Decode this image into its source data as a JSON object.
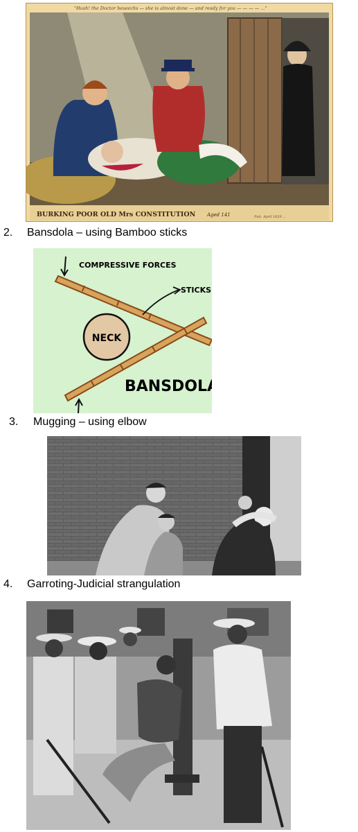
{
  "images": {
    "burking": {
      "top_caption": "\"Hush! the Doctor beseechs — she is almost done — and ready for you — — — — ...\"",
      "bottom_caption": "BURKING POOR OLD Mrs CONSTITUTION",
      "date_text": "Aged 141",
      "publisher_text": "Pub. April 1829 ..."
    },
    "bansdola": {
      "compressive_label": "COMPRESSIVE FORCES",
      "sticks_label": "STICKS",
      "neck_label": "NECK",
      "title": "BANSDOLA"
    }
  },
  "items": [
    {
      "num": "2.",
      "text": "Bansdola – using Bamboo sticks"
    },
    {
      "num": "3.",
      "text": "Mugging – using elbow"
    },
    {
      "num": "4.",
      "text": "Garroting-Judicial strangulation"
    }
  ]
}
